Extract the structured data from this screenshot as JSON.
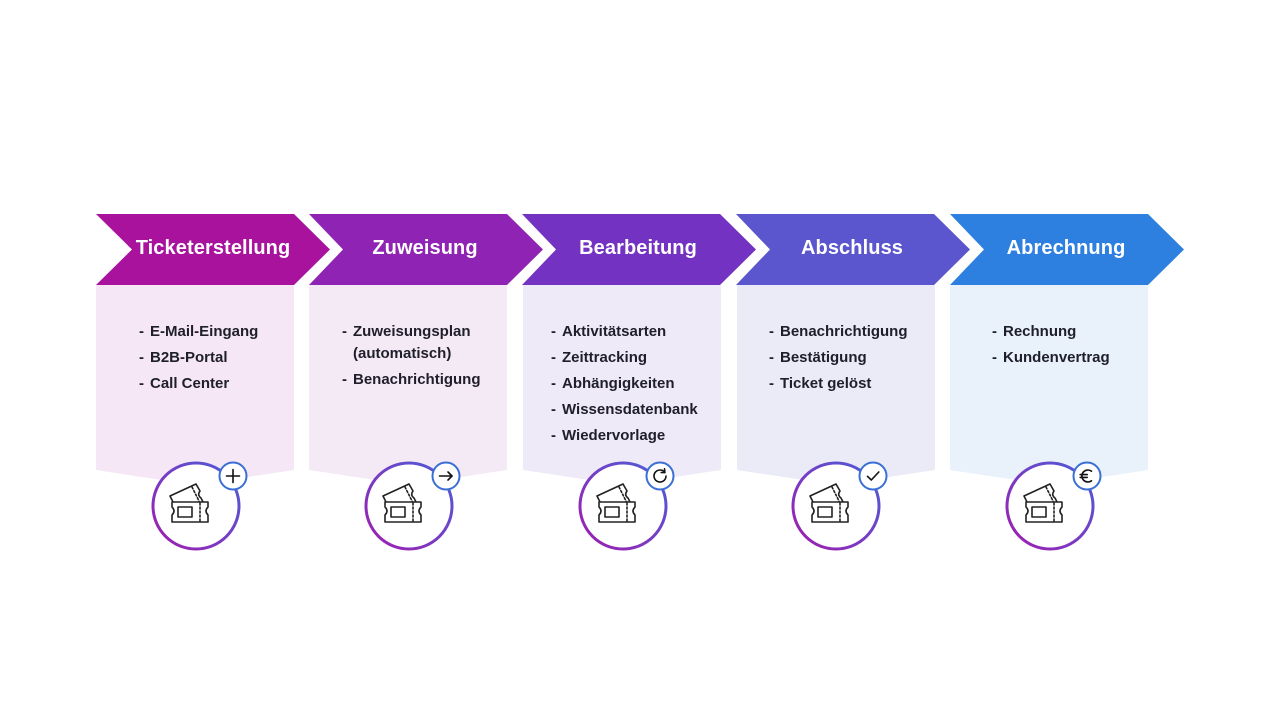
{
  "diagram": {
    "colors": {
      "arrows": [
        "#a8129d",
        "#8e23b4",
        "#7432c2",
        "#5b56cd",
        "#2d7fe0"
      ],
      "panels": [
        "#f5e7f5",
        "#f4eaf6",
        "#efeaf7",
        "#ebebf7",
        "#e9f1fb"
      ],
      "ring_start": "#a21caf",
      "ring_end": "#4a5fd8",
      "text": "#1f1f2b",
      "badge_border": "#3b6fd6",
      "icon_stroke": "#222222"
    },
    "steps": [
      {
        "title": "Ticketerstellung",
        "badge_icon": "plus-icon",
        "items": [
          {
            "text": "E-Mail-Eingang"
          },
          {
            "text": "B2B-Portal"
          },
          {
            "text": "Call Center"
          }
        ]
      },
      {
        "title": "Zuweisung",
        "badge_icon": "arrow-right-icon",
        "items": [
          {
            "text": "Zuweisungsplan",
            "cont": "(automatisch)"
          },
          {
            "text": "Benachrichtigung"
          }
        ]
      },
      {
        "title": "Bearbeitung",
        "badge_icon": "refresh-icon",
        "items": [
          {
            "text": "Aktivitätsarten"
          },
          {
            "text": "Zeittracking"
          },
          {
            "text": "Abhängigkeiten"
          },
          {
            "text": "Wissensdatenbank"
          },
          {
            "text": "Wiedervorlage"
          }
        ]
      },
      {
        "title": "Abschluss",
        "badge_icon": "check-icon",
        "items": [
          {
            "text": "Benachrichtigung"
          },
          {
            "text": "Bestätigung"
          },
          {
            "text": "Ticket gelöst"
          }
        ]
      },
      {
        "title": "Abrechnung",
        "badge_icon": "euro-icon",
        "items": [
          {
            "text": "Rechnung"
          },
          {
            "text": "Kundenvertrag"
          }
        ]
      }
    ]
  }
}
